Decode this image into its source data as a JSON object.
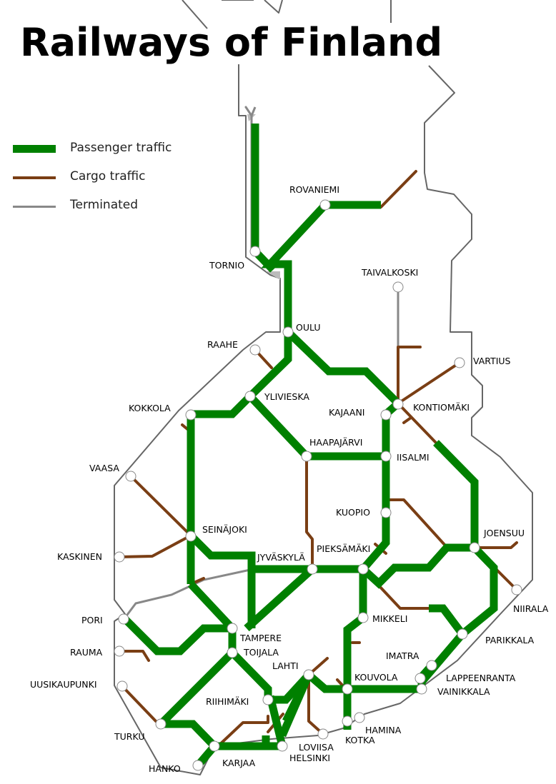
{
  "title": "Railways of Finland",
  "colors": {
    "passenger": "#008000",
    "cargo": "#7a3e14",
    "terminated": "#888888",
    "border": "#666666",
    "station_fill": "#ffffff",
    "station_stroke": "#888888"
  },
  "legend": [
    {
      "key": "passenger",
      "label": "Passenger traffic"
    },
    {
      "key": "cargo",
      "label": "Cargo traffic"
    },
    {
      "key": "terminated",
      "label": "Terminated"
    }
  ],
  "stations": [
    {
      "id": "rovaniemi",
      "name": "ROVANIEMI"
    },
    {
      "id": "tornio",
      "name": "TORNIO"
    },
    {
      "id": "taivalkoski",
      "name": "TAIVALKOSKI"
    },
    {
      "id": "oulu",
      "name": "OULU"
    },
    {
      "id": "raahe",
      "name": "RAAHE"
    },
    {
      "id": "vartius",
      "name": "VARTIUS"
    },
    {
      "id": "ylivieska",
      "name": "YLIVIESKA"
    },
    {
      "id": "kokkola",
      "name": "KOKKOLA"
    },
    {
      "id": "kajaani",
      "name": "KAJAANI"
    },
    {
      "id": "kontiomaki",
      "name": "KONTIOMÄKI"
    },
    {
      "id": "haapajarvi",
      "name": "HAAPAJÄRVI"
    },
    {
      "id": "iisalmi",
      "name": "IISALMI"
    },
    {
      "id": "vaasa",
      "name": "VAASA"
    },
    {
      "id": "kuopio",
      "name": "KUOPIO"
    },
    {
      "id": "seinajoki",
      "name": "SEINÄJOKI"
    },
    {
      "id": "joensuu",
      "name": "JOENSUU"
    },
    {
      "id": "kaskinen",
      "name": "KASKINEN"
    },
    {
      "id": "pieksamaki",
      "name": "PIEKSÄMÄKI"
    },
    {
      "id": "jyvaskyla",
      "name": "JYVÄSKYLÄ"
    },
    {
      "id": "niirala",
      "name": "NIIRALA"
    },
    {
      "id": "pori",
      "name": "PORI"
    },
    {
      "id": "mikkeli",
      "name": "MIKKELI"
    },
    {
      "id": "tampere",
      "name": "TAMPERE"
    },
    {
      "id": "parikkala",
      "name": "PARIKKALA"
    },
    {
      "id": "rauma",
      "name": "RAUMA"
    },
    {
      "id": "toijala",
      "name": "TOIJALA"
    },
    {
      "id": "imatra",
      "name": "IMATRA"
    },
    {
      "id": "lahti",
      "name": "LAHTI"
    },
    {
      "id": "lappeenranta",
      "name": "LAPPEENRANTA"
    },
    {
      "id": "kouvola",
      "name": "KOUVOLA"
    },
    {
      "id": "uusikaupunki",
      "name": "UUSIKAUPUNKI"
    },
    {
      "id": "vainikkala",
      "name": "VAINIKKALA"
    },
    {
      "id": "riihimaki",
      "name": "RIIHIMÄKI"
    },
    {
      "id": "hamina",
      "name": "HAMINA"
    },
    {
      "id": "kotka",
      "name": "KOTKA"
    },
    {
      "id": "turku",
      "name": "TURKU"
    },
    {
      "id": "loviisa",
      "name": "LOVIISA"
    },
    {
      "id": "helsinki",
      "name": "HELSINKI"
    },
    {
      "id": "karjaa",
      "name": "KARJAA"
    },
    {
      "id": "hanko",
      "name": "HANKO"
    }
  ]
}
